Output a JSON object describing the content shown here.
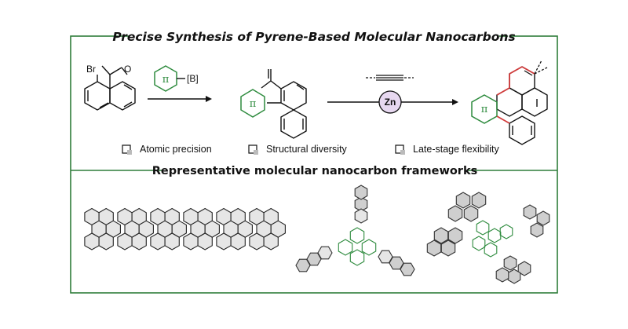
{
  "title": "Precise Synthesis of Pyrene-Based Molecular Nanocarbons",
  "subtitle": "Representative molecular nanocarbon frameworks",
  "reagent_label": "[B]",
  "pi_label": "π",
  "catalyst_label": "Zn",
  "atom_br": "Br",
  "atom_o": "O",
  "features": [
    "Atomic precision",
    "Structural diversity",
    "Late-stage flexibility"
  ],
  "colors": {
    "frame": "#2f7d3a",
    "accent_green": "#2e8b3e",
    "accent_red": "#d23c3c",
    "zn_fill": "#e7d8f0",
    "hex_fill": "#e6e6e6",
    "hex_fill_dark": "#cfcfcf"
  }
}
